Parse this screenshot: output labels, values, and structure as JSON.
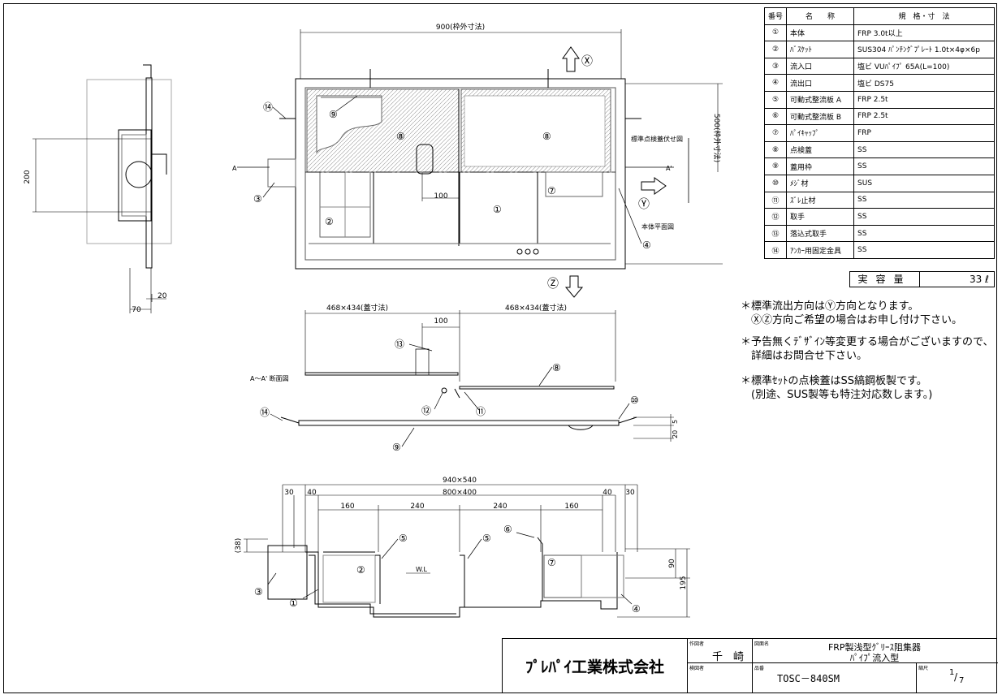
{
  "parts_table": {
    "headers": [
      "番号",
      "名　　称",
      "規　格・寸　法"
    ],
    "rows": [
      {
        "no": "①",
        "name": "本体",
        "spec": "FRP 3.0t以上"
      },
      {
        "no": "②",
        "name": "ﾊﾞｽｹｯﾄ",
        "spec": "SUS304 ﾊﾟﾝﾁﾝｸﾞﾌﾟﾚｰﾄ 1.0t×4φ×6p"
      },
      {
        "no": "③",
        "name": "流入口",
        "spec": "塩ビ VUﾊﾟｲﾌﾟ 65A(L=100)"
      },
      {
        "no": "④",
        "name": "流出口",
        "spec": "塩ビ DS75"
      },
      {
        "no": "⑤",
        "name": "可動式整流板 A",
        "spec": "FRP 2.5t"
      },
      {
        "no": "⑥",
        "name": "可動式整流板 B",
        "spec": "FRP 2.5t"
      },
      {
        "no": "⑦",
        "name": "ﾊﾟｲｷｬｯﾌﾟ",
        "spec": "FRP"
      },
      {
        "no": "⑧",
        "name": "点検蓋",
        "spec": "SS"
      },
      {
        "no": "⑨",
        "name": "蓋用枠",
        "spec": "SS"
      },
      {
        "no": "⑩",
        "name": "ﾒｼﾞ材",
        "spec": "SUS"
      },
      {
        "no": "⑪",
        "name": "ｽﾞﾚ止材",
        "spec": "SS"
      },
      {
        "no": "⑫",
        "name": "取手",
        "spec": "SS"
      },
      {
        "no": "⑬",
        "name": "落込式取手",
        "spec": "SS"
      },
      {
        "no": "⑭",
        "name": "ｱﾝｶｰ用固定金具",
        "spec": "SS"
      }
    ]
  },
  "capacity": {
    "label": "実容量",
    "value": "33 ℓ"
  },
  "notes": [
    "＊標準流出方向はⓎ方向となります。\n　ⓍⓏ方向ご希望の場合はお申し付け下さい。",
    "＊予告無くﾃﾞｻﾞｲﾝ等変更する場合がございますので、\n　詳細はお問合せ下さい。",
    "＊標準ｾｯﾄの点検蓋はSS縞鋼板製です。\n　(別途、SUS製等も特注対応数します。)"
  ],
  "title_block": {
    "company": "ﾌﾟﾚﾊﾟｲ工業株式会社",
    "drawn_by_label": "作図者",
    "drawn_by": "千　崎",
    "checked_by_label": "検図者",
    "drawing_name_label": "図面名",
    "drawing_name_line1": "FRP製浅型ｸﾞﾘｰｽ阻集器",
    "drawing_name_line2": "ﾊﾟｲﾌﾟ流入型",
    "model_label": "品番",
    "model": "TOSC－840SM",
    "scale_label": "縮尺",
    "scale_num": "1",
    "scale_den": "7"
  },
  "plan_view": {
    "dim_top": "900(枠外寸法)",
    "dim_right": "500(枠外寸法)",
    "dim_100": "100",
    "label_cover": "標準点検蓋伏せ図",
    "label_body": "本体平面図",
    "section_a": "A",
    "section_a2": "A'",
    "dir_x": "Ⓧ",
    "dir_y": "Ⓨ",
    "dir_z": "Ⓩ"
  },
  "side_view": {
    "dim_200": "200",
    "dim_20": "20",
    "dim_70": "70"
  },
  "cover_section": {
    "dim_left": "468×434(蓋寸法)",
    "dim_right": "468×434(蓋寸法)",
    "dim_100": "100",
    "title": "A～A' 断面図",
    "dim_5": "5",
    "dim_20": "20"
  },
  "section_view": {
    "dim_total": "940×540",
    "dim_inner": "800×400",
    "dim_30l": "30",
    "dim_40l": "40",
    "dim_40r": "40",
    "dim_30r": "30",
    "dim_160l": "160",
    "dim_240a": "240",
    "dim_240b": "240",
    "dim_160r": "160",
    "dim_38": "(38)",
    "dim_90": "90",
    "dim_195": "195",
    "wl": "W.L"
  },
  "callouts": {
    "c1": "①",
    "c2": "②",
    "c3": "③",
    "c4": "④",
    "c5": "⑤",
    "c6": "⑥",
    "c7": "⑦",
    "c8": "⑧",
    "c9": "⑨",
    "c10": "⑩",
    "c11": "⑪",
    "c12": "⑫",
    "c13": "⑬",
    "c14": "⑭"
  }
}
